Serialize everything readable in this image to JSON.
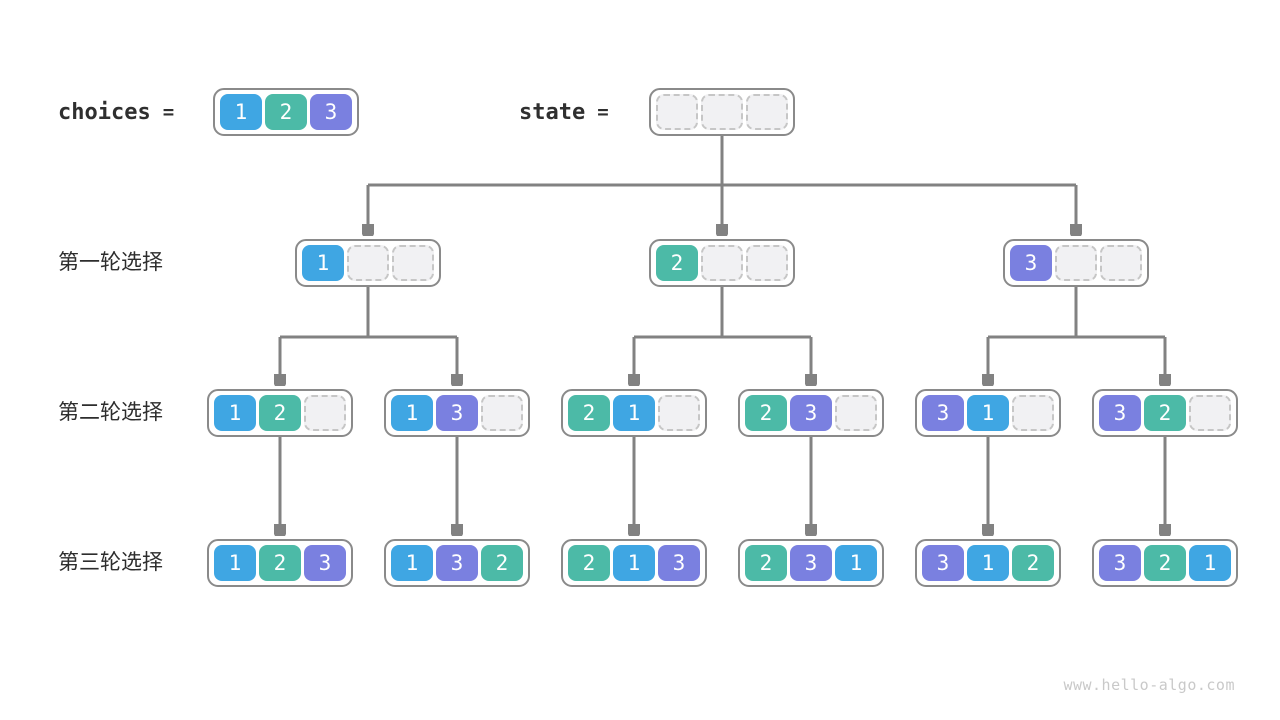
{
  "header": {
    "choices_label": "choices",
    "choices_eq": "=",
    "state_label": "state",
    "state_eq": "="
  },
  "row_labels": [
    "第一轮选择",
    "第二轮选择",
    "第三轮选择"
  ],
  "arrays": {
    "choices": [
      "1",
      "2",
      "3"
    ],
    "state": [
      "",
      "",
      ""
    ]
  },
  "tree": {
    "round1": [
      [
        "1",
        "",
        ""
      ],
      [
        "2",
        "",
        ""
      ],
      [
        "3",
        "",
        ""
      ]
    ],
    "round2": [
      [
        "1",
        "2",
        ""
      ],
      [
        "1",
        "3",
        ""
      ],
      [
        "2",
        "1",
        ""
      ],
      [
        "2",
        "3",
        ""
      ],
      [
        "3",
        "1",
        ""
      ],
      [
        "3",
        "2",
        ""
      ]
    ],
    "round3": [
      [
        "1",
        "2",
        "3"
      ],
      [
        "1",
        "3",
        "2"
      ],
      [
        "2",
        "1",
        "3"
      ],
      [
        "2",
        "3",
        "1"
      ],
      [
        "3",
        "1",
        "2"
      ],
      [
        "3",
        "2",
        "1"
      ]
    ]
  },
  "palette": {
    "value1_blue": "#3fa6e3",
    "value2_teal": "#4cbaa7",
    "value3_purple": "#7a80e0",
    "empty_cell_fill": "#f1f1f3",
    "empty_cell_border": "#c6c6c6",
    "node_border": "#8a8a8a",
    "connector_line": "#828282",
    "label_text": "#2d2d2d",
    "watermark_text": "#c9c9c9"
  },
  "watermark": "www.hello-algo.com"
}
